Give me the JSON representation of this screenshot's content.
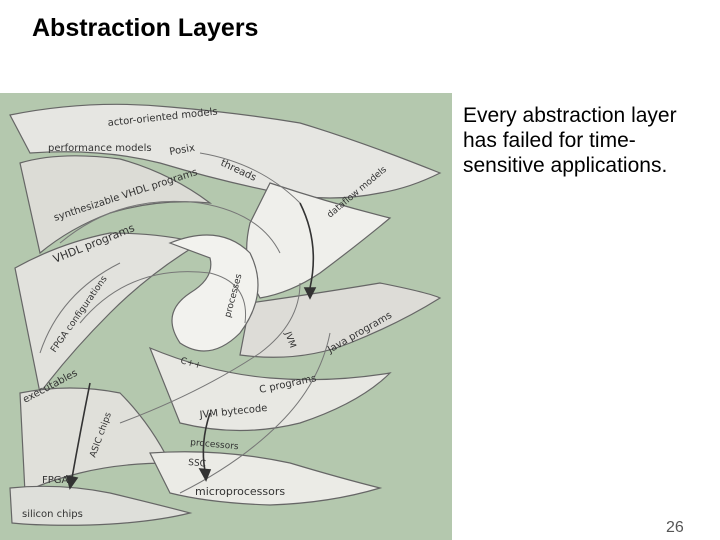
{
  "slide": {
    "title": "Abstraction Layers",
    "bullet": "Every abstraction layer has failed for time-sensitive applications.",
    "page_number": "26"
  },
  "figure": {
    "labels": {
      "actor_oriented": "actor-oriented models",
      "performance": "performance models",
      "posix": "Posix",
      "threads": "threads",
      "dataflow": "dataflow models",
      "synthesizable": "synthesizable VHDL programs",
      "vhdl": "VHDL programs",
      "jvm": "JVM",
      "java": "Java programs",
      "c_programs": "C programs",
      "c_plus_plus": "C++",
      "fpga": "FPGA configurations",
      "executables": "executables",
      "asic": "ASIC chips",
      "fpgas": "FPGAs",
      "processes": "processes",
      "jvm_bytecode": "JVM bytecode",
      "microprocessors": "microprocessors",
      "silicon": "silicon chips",
      "processors": "processors",
      "ssc": "SSC"
    }
  }
}
